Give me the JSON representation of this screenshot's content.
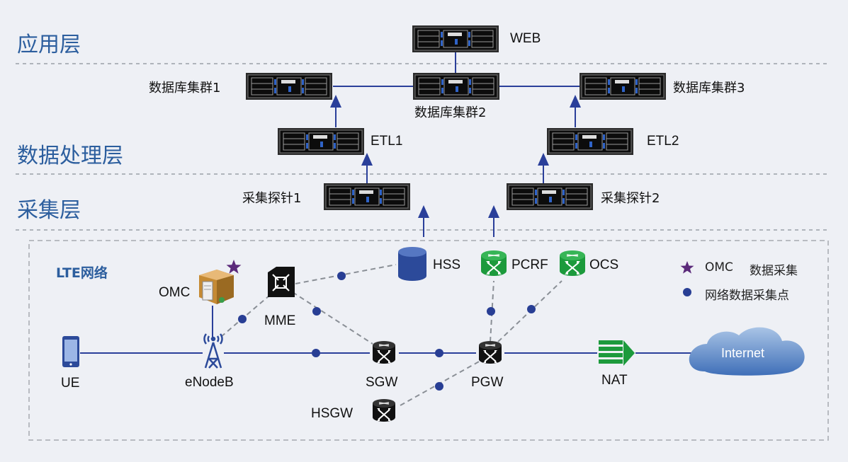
{
  "layers": {
    "app": "应用层",
    "processing": "数据处理层",
    "collection": "采集层"
  },
  "servers": {
    "web": "WEB",
    "db1": "数据库集群1",
    "db2": "数据库集群2",
    "db3": "数据库集群3",
    "etl1": "ETL1",
    "etl2": "ETL2",
    "probe1": "采集探针1",
    "probe2": "采集探针2"
  },
  "network": {
    "title": "LTE网络",
    "omc": "OMC",
    "mme": "MME",
    "hss": "HSS",
    "pcrf": "PCRF",
    "ocs": "OCS",
    "ue": "UE",
    "enodeb": "eNodeB",
    "sgw": "SGW",
    "pgw": "PGW",
    "hsgw": "HSGW",
    "nat": "NAT",
    "internet": "Internet"
  },
  "legend": {
    "omc_label": "OMC",
    "omc_text": "数据采集",
    "point_text": "网络数据采集点"
  },
  "colors": {
    "layer_text": "#2c5e9e",
    "line_blue": "#2a3f9a",
    "dot": "#283e94",
    "star": "#5b2a7a",
    "green": "#1c9a3c"
  }
}
